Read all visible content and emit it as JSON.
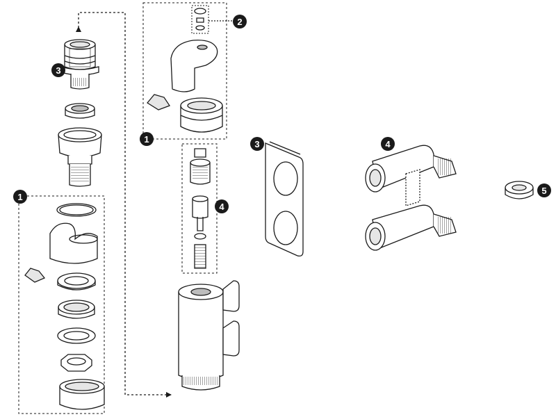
{
  "badges": {
    "b1_left": "1",
    "b3_cartridge": "3",
    "b1_handle": "1",
    "b2_screw": "2",
    "b4_valve": "4",
    "b3_plate": "3",
    "b4_body": "4",
    "b5_nut": "5"
  },
  "colors": {
    "ink": "#1a1a1a",
    "badge_fill": "#1a1a1a",
    "badge_text": "#ffffff",
    "part_fill": "#ffffff",
    "shade": "#e6e6e6",
    "dark_shade": "#bdbdbd"
  }
}
